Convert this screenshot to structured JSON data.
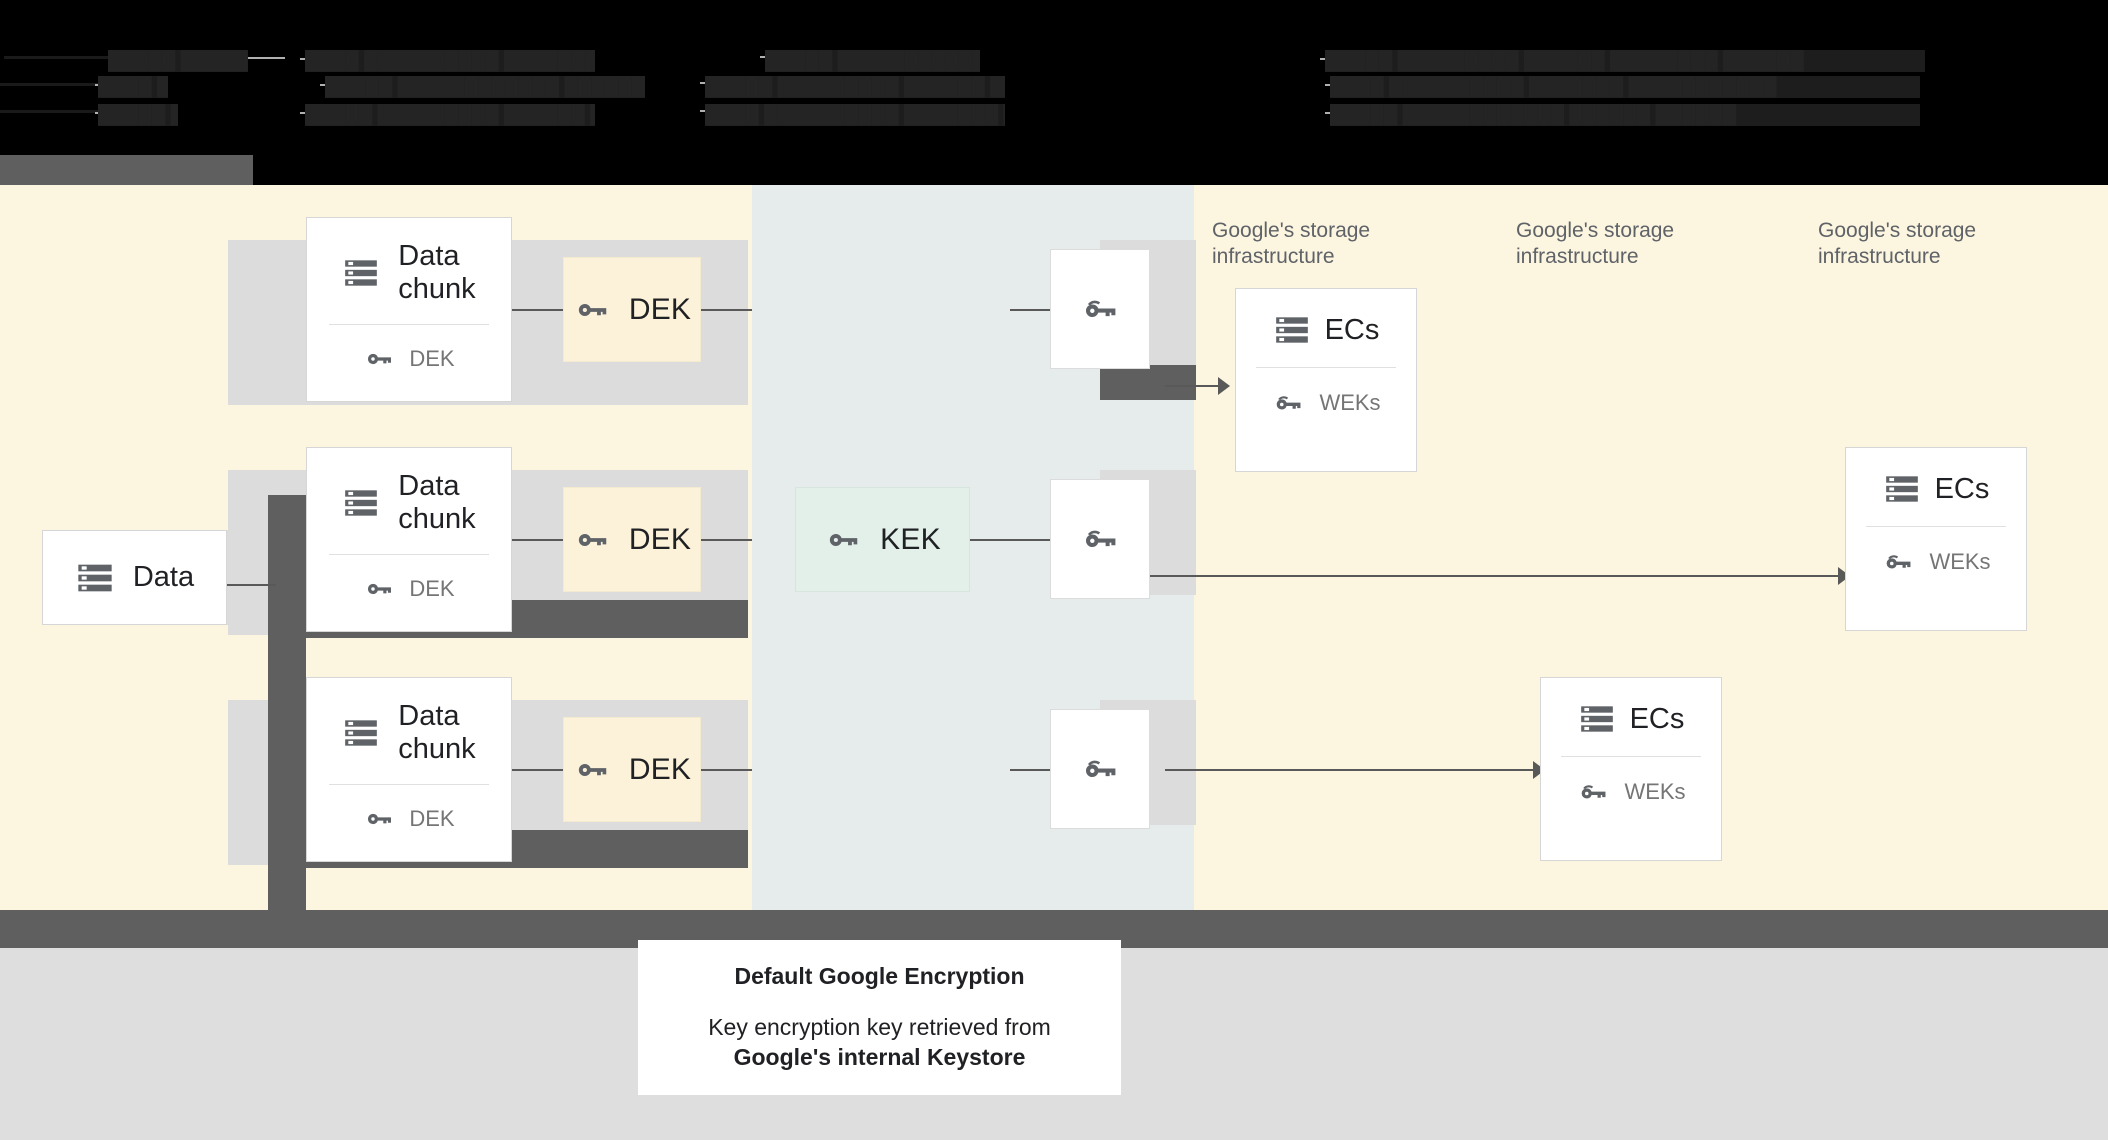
{
  "top_strip": {
    "note": "obscured-redacted-text",
    "lines": [
      "█████ █████████ ██████ ████████ ██████",
      "████ ██████████ ███████ ███████████",
      "█████ ████████████ ██████ ██████"
    ]
  },
  "diagram": {
    "source": {
      "label": "Data",
      "icon": "storage-icon"
    },
    "chunks": [
      {
        "title": "Data\nchunk",
        "sub": "DEK",
        "icon": "storage-icon",
        "sub_icon": "key-icon"
      },
      {
        "title": "Data\nchunk",
        "sub": "DEK",
        "icon": "storage-icon",
        "sub_icon": "key-icon"
      },
      {
        "title": "Data\nchunk",
        "sub": "DEK",
        "icon": "storage-icon",
        "sub_icon": "key-icon"
      }
    ],
    "deks": [
      {
        "label": "DEK",
        "icon": "key-icon"
      },
      {
        "label": "DEK",
        "icon": "key-icon"
      },
      {
        "label": "DEK",
        "icon": "key-icon"
      }
    ],
    "kek": {
      "label": "KEK",
      "icon": "key-icon"
    },
    "wrapped_keys": [
      {
        "icon": "wrapped-key-icon"
      },
      {
        "icon": "wrapped-key-icon"
      },
      {
        "icon": "wrapped-key-icon"
      }
    ],
    "infra_labels": [
      "Google's storage\ninfrastructure",
      "Google's storage\ninfrastructure",
      "Google's storage\ninfrastructure"
    ],
    "ec_cards": [
      {
        "title": "ECs",
        "sub": "WEKs",
        "icon": "storage-icon",
        "sub_icon": "wrapped-key-icon"
      },
      {
        "title": "ECs",
        "sub": "WEKs",
        "icon": "storage-icon",
        "sub_icon": "wrapped-key-icon"
      },
      {
        "title": "ECs",
        "sub": "WEKs",
        "icon": "storage-icon",
        "sub_icon": "wrapped-key-icon"
      }
    ]
  },
  "caption": {
    "title": "Default Google Encryption",
    "body_line1": "Key encryption key retrieved from",
    "body_line2": "Google's internal Keystore"
  },
  "colors": {
    "cream": "#fcf5e0",
    "bluegray": "#e6ebec",
    "dek_fill": "#fcf2d9",
    "kek_fill": "#e2f0e9",
    "redaction": "#5f5f5f",
    "grey_strip": "#dcdcdc",
    "bottom_area": "#dedede",
    "icon_grey": "#5f6368"
  }
}
